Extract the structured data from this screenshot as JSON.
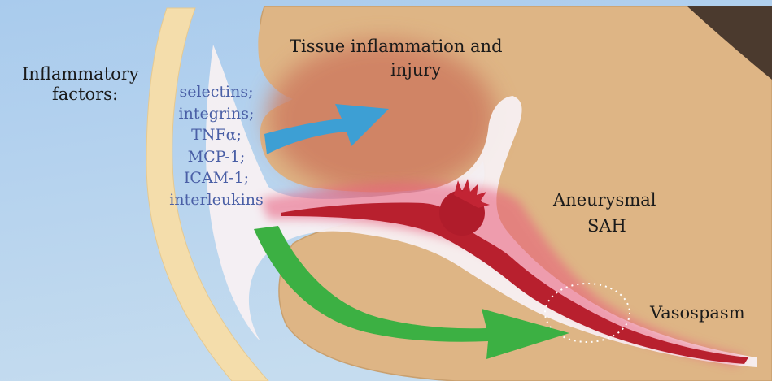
{
  "labels": {
    "inflammatory_line1": "Inflammatory",
    "inflammatory_line2": "factors:",
    "tissue_line1": "Tissue inflammation and",
    "tissue_line2": "injury",
    "aneurysmal_line1": "Aneurysmal",
    "aneurysmal_line2": "SAH",
    "vasospasm": "Vasospasm"
  },
  "factors": [
    "selectins;",
    "integrins;",
    "TNFα;",
    "MCP-1;",
    "ICAM-1;",
    "interleukins"
  ],
  "colors": {
    "background": "#b4d2ec",
    "brain_tissue": "#deb585",
    "inflamed_tissue": "#cf8466",
    "skull_band": "#f4ddab",
    "blood_vessel": "#b8202e",
    "blue_arrow": "#3d9fd4",
    "green_arrow": "#3cb043",
    "corner": "#4b3a2e",
    "factor_text": "#4a5fa6"
  }
}
